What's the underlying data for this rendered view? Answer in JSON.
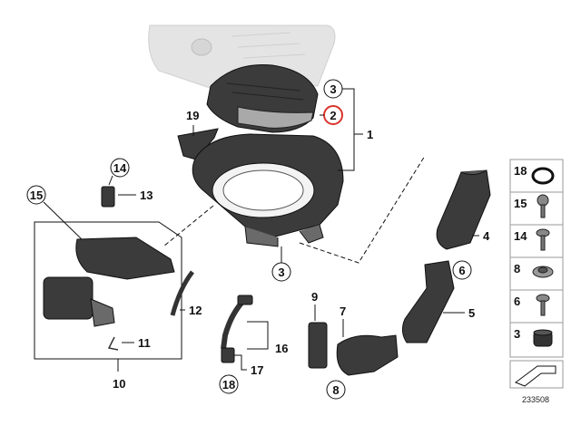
{
  "callouts": {
    "c1": "1",
    "c2": "2",
    "c3a": "3",
    "c3b": "3",
    "c4": "4",
    "c5": "5",
    "c6": "6",
    "c7": "7",
    "c8": "8",
    "c9": "9",
    "c10": "10",
    "c11": "11",
    "c12": "12",
    "c13": "13",
    "c14": "14",
    "c15": "15",
    "c16": "16",
    "c17": "17",
    "c18": "18",
    "c19": "19"
  },
  "legend": {
    "items": [
      {
        "label": "18"
      },
      {
        "label": "15"
      },
      {
        "label": "14"
      },
      {
        "label": "8"
      },
      {
        "label": "6"
      },
      {
        "label": "3"
      }
    ]
  },
  "diagram_number": "233508",
  "colors": {
    "highlight": "#d9342b",
    "part": "#3b3b3b",
    "ghost": "#e4e4e4"
  }
}
